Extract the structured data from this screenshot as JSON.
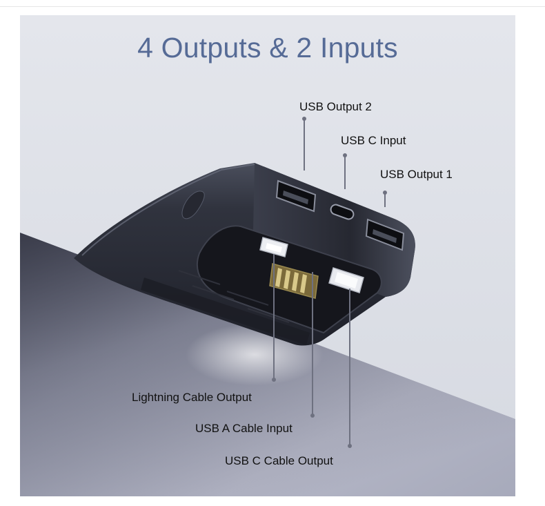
{
  "headline": "4 Outputs & 2 Inputs",
  "ports": {
    "usb_output_2": "USB Output 2",
    "usb_c_input": "USB C Input",
    "usb_output_1": "USB Output 1"
  },
  "cables": {
    "lightning_output": "Lightning Cable Output",
    "usb_a_input": "USB A Cable Input",
    "usb_c_output": "USB C Cable Output"
  },
  "colors": {
    "headline": "#566b96",
    "device_body": "#2b2e38",
    "background": "#dcdfe6",
    "table_surface": "#9a9db0"
  }
}
